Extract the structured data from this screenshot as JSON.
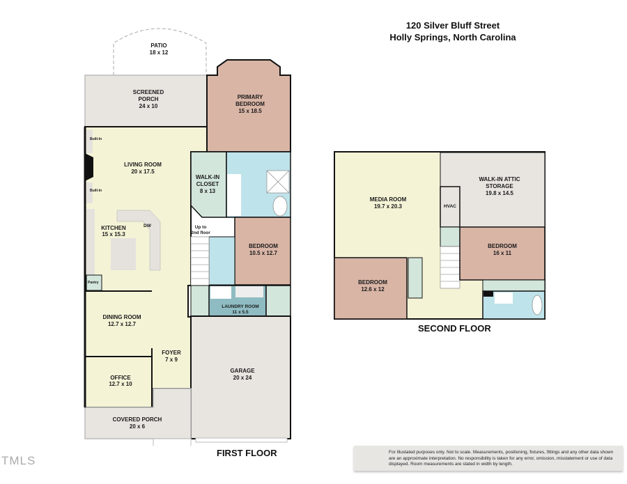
{
  "header": {
    "address_line1": "120 Silver Bluff Street",
    "address_line2": "Holly Springs, North Carolina"
  },
  "colors": {
    "living": "#f5f3d6",
    "bedroom": "#d9b5a6",
    "porch": "#e8e5e1",
    "closet": "#d3e6dc",
    "bath": "#bfe3ea",
    "laundry": "#8fbcc2",
    "wall": "#111111"
  },
  "first_floor": {
    "label": "FIRST FLOOR",
    "rooms": {
      "patio": {
        "name": "PATIO",
        "size": "18 x 12"
      },
      "screened_porch": {
        "name1": "SCREENED",
        "name2": "PORCH",
        "size": "24 x 10"
      },
      "primary_bedroom": {
        "name1": "PRIMARY",
        "name2": "BEDROOM",
        "size": "15 x 18.5"
      },
      "living_room": {
        "name": "LIVING ROOM",
        "size": "20 x 17.5"
      },
      "walk_in_closet": {
        "name1": "WALK-IN",
        "name2": "CLOSET",
        "size": "8 x 13"
      },
      "kitchen": {
        "name": "KITCHEN",
        "size": "15 x 15.3"
      },
      "bedroom": {
        "name": "BEDROOM",
        "size": "10.5 x 12.7"
      },
      "laundry": {
        "name": "LAUNDRY ROOM",
        "size": "11 x 5.5"
      },
      "dining": {
        "name": "DINING ROOM",
        "size": "12.7 x 12.7"
      },
      "foyer": {
        "name": "FOYER",
        "size": "7 x 9"
      },
      "office": {
        "name": "OFFICE",
        "size": "12.7 x 10"
      },
      "garage": {
        "name": "GARAGE",
        "size": "20 x 24"
      },
      "covered_porch": {
        "name": "COVERED PORCH",
        "size": "20 x 6"
      }
    },
    "annotations": {
      "builtin_top": "Built-In",
      "builtin_bottom": "Built-In",
      "dw": "DW",
      "pantry": "Pantry",
      "stairs_line1": "Up to",
      "stairs_line2": "2nd floor"
    }
  },
  "second_floor": {
    "label": "SECOND FLOOR",
    "rooms": {
      "media_room": {
        "name": "MEDIA ROOM",
        "size": "19.7 x 20.3"
      },
      "attic": {
        "name1": "WALK-IN ATTIC",
        "name2": "STORAGE",
        "size": "19.8 x 14.5"
      },
      "hvac": {
        "name": "HVAC"
      },
      "bedroom_right": {
        "name": "BEDROOM",
        "size": "16 x 11"
      },
      "bedroom_left": {
        "name": "BEDROOM",
        "size": "12.6 x 12"
      }
    }
  },
  "disclaimer": {
    "text": "For Illustated purposes only. Not to scale. Measurements, positioning, fixtures, fittings and any other data shown are an approximate interpretation. No responsibility is taken for any error, omission, misstatement or use of data displayed. Room measurements are stated in width by length."
  },
  "logo": {
    "text": "TMLS"
  }
}
